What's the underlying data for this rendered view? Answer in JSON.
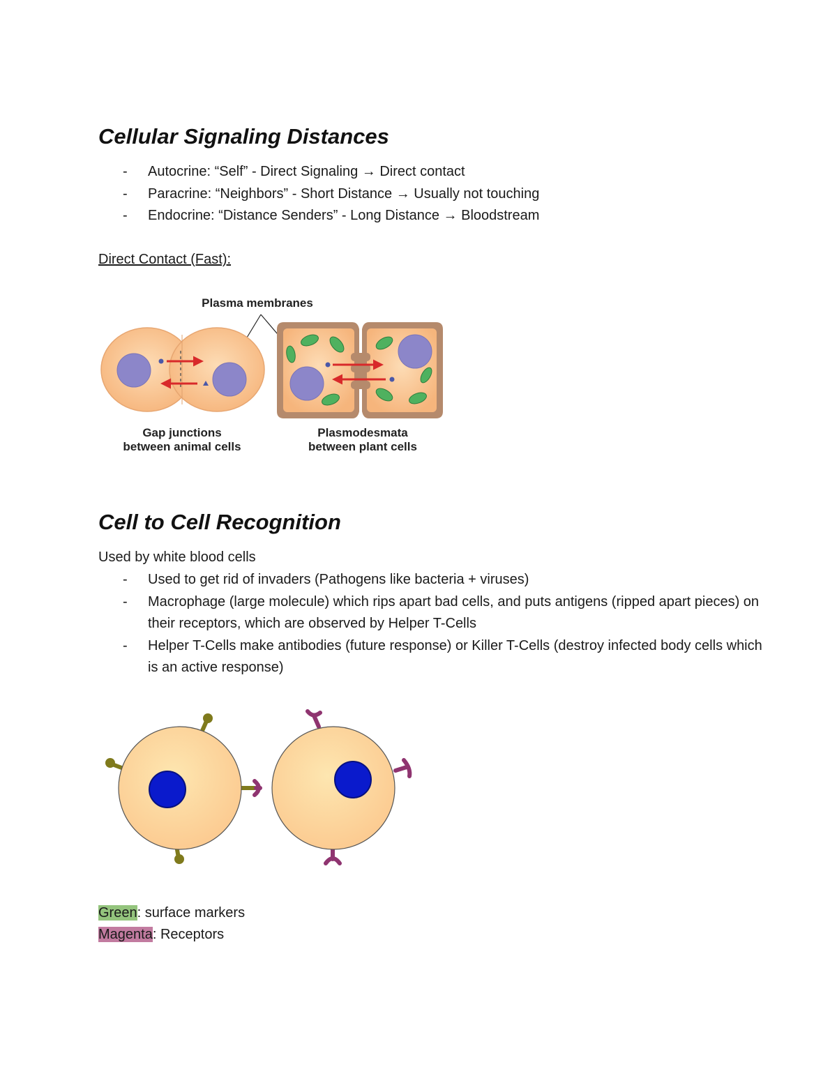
{
  "section1": {
    "title": "Cellular Signaling Distances",
    "bullets": [
      "Autocrine: “Self” - Direct Signaling → Direct contact",
      "Paracrine: “Neighbors” - Short Distance → Usually not touching",
      "Endocrine: “Distance Senders” - Long Distance → Bloodstream"
    ],
    "subheading": "Direct Contact (Fast):"
  },
  "figure1": {
    "label_top": "Plasma membranes",
    "label_left_1": "Gap junctions",
    "label_left_2": "between animal cells",
    "label_right_1": "Plasmodesmata",
    "label_right_2": "between plant cells",
    "colors": {
      "cell_fill": "#f9c18f",
      "nucleus": "#8c86c9",
      "arrow": "#d8292a",
      "chloroplast": "#4fb15f",
      "cell_wall": "#b58a6c"
    }
  },
  "section2": {
    "title": "Cell to Cell Recognition",
    "intro": "Used by white blood cells",
    "bullets": [
      "Used to get rid of invaders (Pathogens like bacteria + viruses)",
      "Macrophage (large molecule) which rips apart bad cells, and puts antigens (ripped apart pieces) on their receptors, which are observed by Helper T-Cells",
      "Helper T-Cells make antibodies (future response) or Killer T-Cells (destroy infected body cells which is an active response)"
    ]
  },
  "figure2": {
    "colors": {
      "cell_fill": "#fdd9a0",
      "nucleus": "#0a1acc",
      "marker": "#7f7a1c",
      "receptor": "#8f3470"
    }
  },
  "legend": {
    "green_word": "Green",
    "green_text": ": surface markers",
    "magenta_word": "Magenta",
    "magenta_text": ": Receptors"
  }
}
